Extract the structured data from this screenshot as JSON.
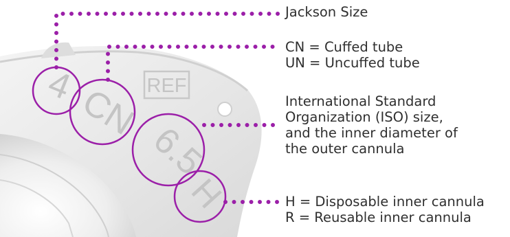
{
  "device_markings": {
    "ref": "REF",
    "size_digit": "4",
    "cuff_code": "CN",
    "iso_size": "6.5",
    "cannula_code": "H"
  },
  "callouts": [
    {
      "id": "jackson",
      "lines": [
        "Jackson Size"
      ]
    },
    {
      "id": "cuff",
      "lines": [
        "CN = Cuffed tube",
        "UN = Uncuffed tube"
      ]
    },
    {
      "id": "iso",
      "lines": [
        "International Standard",
        "Organization (ISO) size,",
        "and the inner diameter of",
        "the outer cannula"
      ]
    },
    {
      "id": "cannula",
      "lines": [
        "H = Disposable inner cannula",
        "R = Reusable inner cannula"
      ]
    }
  ],
  "colors": {
    "accent": "#9b1fa8",
    "text": "#2f2f2f",
    "device": "#e9e9e9",
    "engraving": "#c4c4c4"
  }
}
